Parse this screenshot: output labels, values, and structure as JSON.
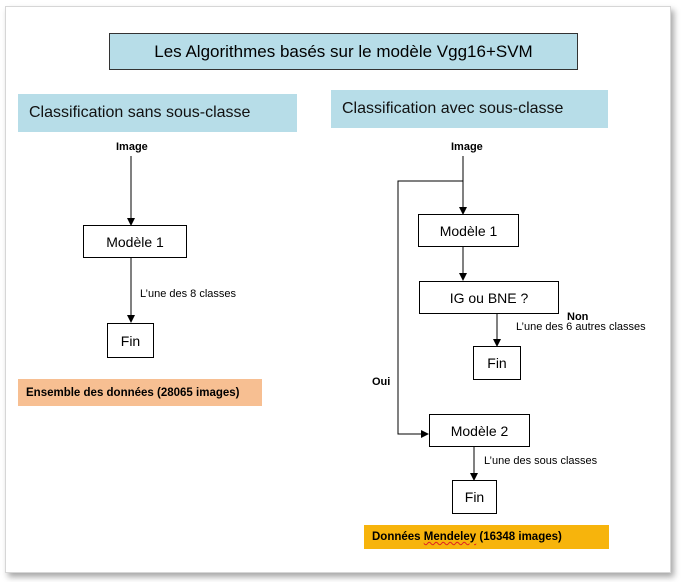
{
  "title": "Les Algorithmes  basés sur le modèle Vgg16+SVM",
  "left": {
    "header": "Classification sans sous-classe",
    "input": "Image",
    "model": "Modèle 1",
    "edge_label": "L’une des 8 classes",
    "end": "Fin",
    "dataset": "Ensemble des données  (28065 images)"
  },
  "right": {
    "header": "Classification avec sous-classe",
    "input": "Image",
    "model1": "Modèle 1",
    "decision": "IG ou BNE ?",
    "no_label": "Non",
    "no_edge_label": "L’une des 6 autres classes",
    "end1": "Fin",
    "yes_label": "Oui",
    "model2": "Modèle 2",
    "model2_edge_label": "L’une des  sous classes",
    "end2": "Fin",
    "dataset_prefix": "Données ",
    "dataset_source": "Mendeley",
    "dataset_suffix": " (16348 images)"
  },
  "colors": {
    "title_fill": "#b7dde8",
    "section_fill": "#b7dde8",
    "left_dataset_fill": "#f7bf92",
    "right_dataset_fill": "#f7b40c"
  }
}
